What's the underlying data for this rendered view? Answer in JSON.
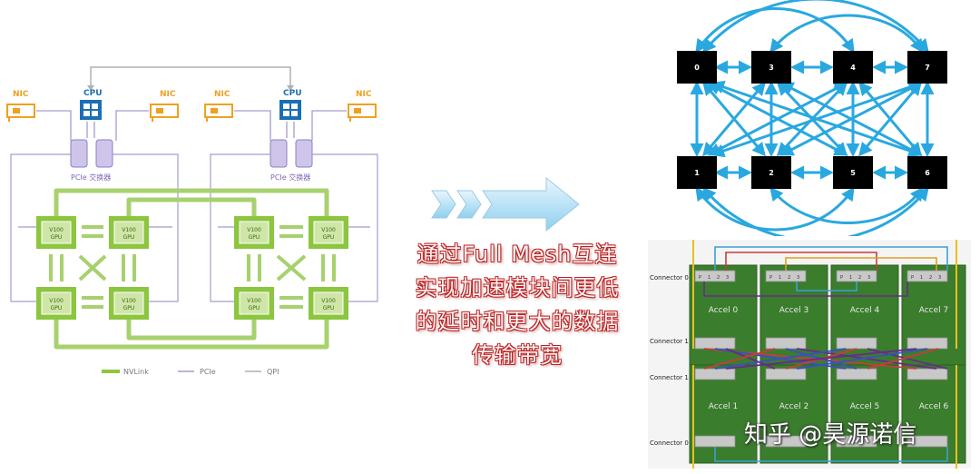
{
  "left_diagram": {
    "nic_label": "NIC",
    "cpu_label": "CPU",
    "pcie_switch_label": "PCIe 交换器",
    "gpu_label_line1": "V100",
    "gpu_label_line2": "GPU",
    "legend": [
      "NVLink",
      "PCIe",
      "QPI"
    ],
    "colors": {
      "nvlink": "#8cc63f",
      "pcie": "#a99bcf",
      "qpi": "#b0b0b0",
      "nic": "#f0a020",
      "cpu": "#1a6fb5"
    }
  },
  "caption": {
    "lines": [
      "通过Full Mesh互连",
      "实现加速模块间更低",
      "的延时和更大的数据",
      "传输带宽"
    ]
  },
  "mesh_diagram": {
    "top_nodes": [
      "0",
      "3",
      "4",
      "7"
    ],
    "bottom_nodes": [
      "1",
      "2",
      "5",
      "6"
    ],
    "edge_color": "#29a8e0"
  },
  "board_diagram": {
    "connector_top": "Connector 0",
    "connector_mid_top": "Connector 1",
    "connector_mid_bottom": "Connector 1",
    "connector_bottom": "Connector 0",
    "top_accels": [
      "Accel 0",
      "Accel 3",
      "Accel 4",
      "Accel 7"
    ],
    "bottom_accels": [
      "Accel 1",
      "Accel 2",
      "Accel 5",
      "Accel 6"
    ],
    "pins": [
      "P",
      "1",
      "2",
      "3"
    ],
    "board_color": "#3a7d2c"
  },
  "watermark": "知乎 @昊源诺信"
}
